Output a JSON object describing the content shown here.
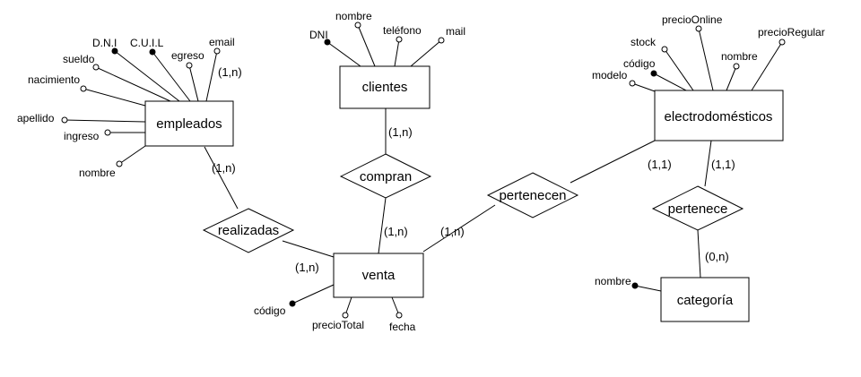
{
  "entities": {
    "empleados": "empleados",
    "clientes": "clientes",
    "electrodomesticos": "electrodomésticos",
    "venta": "venta",
    "categoria": "categoría"
  },
  "relationships": {
    "compran": "compran",
    "realizadas": "realizadas",
    "pertenecen": "pertenecen",
    "pertenece": "pertenece"
  },
  "cardinalities": {
    "empleados_realizadas": "(1,n)",
    "realizadas_venta": "(1,n)",
    "clientes_compran": "(1,n)",
    "compran_venta": "(1,n)",
    "venta_pertenecen": "(1,n)",
    "pertenecen_electro": "(1,1)",
    "electro_pertenece": "(1,1)",
    "pertenece_categoria": "(0,n)",
    "empleados_email": "(1,n)"
  },
  "attributes": {
    "empleados": {
      "dni": "D.N.I",
      "cuil": "C.U.I.L",
      "email": "email",
      "sueldo": "sueldo",
      "egreso": "egreso",
      "nacimiento": "nacimiento",
      "apellido": "apellido",
      "ingreso": "ingreso",
      "nombre": "nombre"
    },
    "clientes": {
      "dni": "DNI",
      "nombre": "nombre",
      "telefono": "teléfono",
      "mail": "mail"
    },
    "electrodomesticos": {
      "precio_online": "precioOnline",
      "precio_regular": "precioRegular",
      "stock": "stock",
      "codigo": "código",
      "nombre": "nombre",
      "modelo": "modelo"
    },
    "venta": {
      "codigo": "código",
      "precio_total": "precioTotal",
      "fecha": "fecha"
    },
    "categoria": {
      "nombre": "nombre"
    }
  }
}
